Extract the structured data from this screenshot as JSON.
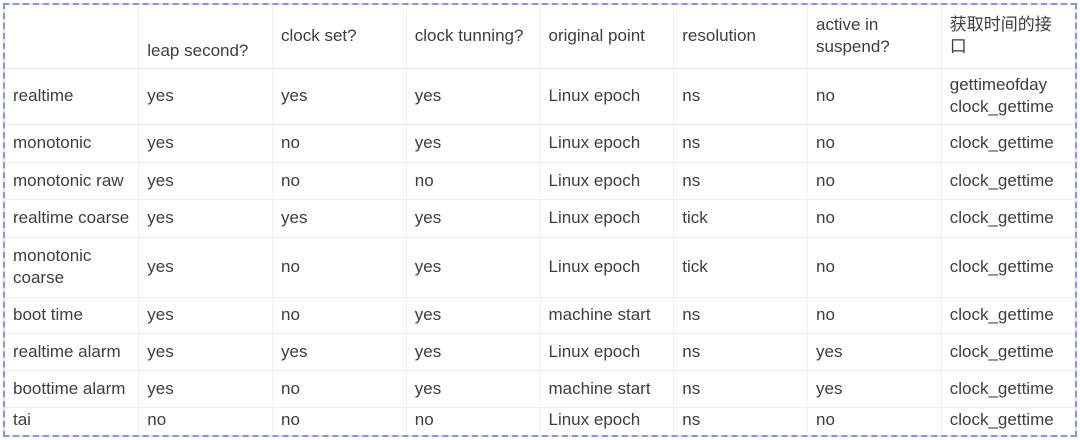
{
  "colors": {
    "selection_border": "#7a97e8",
    "selection_gap": "#e0e3ea",
    "grid_line": "#ececec",
    "text": "#3d3d3d",
    "background": "#ffffff"
  },
  "table": {
    "columns": [
      "",
      "leap second?",
      "clock set?",
      "clock tunning?",
      "original point",
      "resolution",
      "active in suspend?",
      "获取时间的接口"
    ],
    "rows": [
      {
        "cells": [
          "realtime",
          "yes",
          "yes",
          "yes",
          "Linux epoch",
          "ns",
          "no",
          "gettimeofday clock_gettime"
        ]
      },
      {
        "cells": [
          "monotonic",
          "yes",
          "no",
          "yes",
          "Linux epoch",
          "ns",
          "no",
          "clock_gettime"
        ]
      },
      {
        "cells": [
          "monotonic raw",
          "yes",
          "no",
          "no",
          "Linux epoch",
          "ns",
          "no",
          "clock_gettime"
        ]
      },
      {
        "cells": [
          "realtime coarse",
          "yes",
          "yes",
          "yes",
          "Linux epoch",
          "tick",
          "no",
          "clock_gettime"
        ]
      },
      {
        "cells": [
          "monotonic coarse",
          "yes",
          "no",
          "yes",
          "Linux epoch",
          "tick",
          "no",
          "clock_gettime"
        ]
      },
      {
        "cells": [
          "boot time",
          "yes",
          "no",
          "yes",
          "machine start",
          "ns",
          "no",
          "clock_gettime"
        ]
      },
      {
        "cells": [
          "realtime alarm",
          "yes",
          "yes",
          "yes",
          "Linux epoch",
          "ns",
          "yes",
          "clock_gettime"
        ]
      },
      {
        "cells": [
          "boottime alarm",
          "yes",
          "no",
          "yes",
          "machine start",
          "ns",
          "yes",
          "clock_gettime"
        ]
      },
      {
        "cells": [
          "tai",
          "no",
          "no",
          "no",
          "Linux epoch",
          "ns",
          "no",
          "clock_gettime"
        ]
      }
    ]
  }
}
